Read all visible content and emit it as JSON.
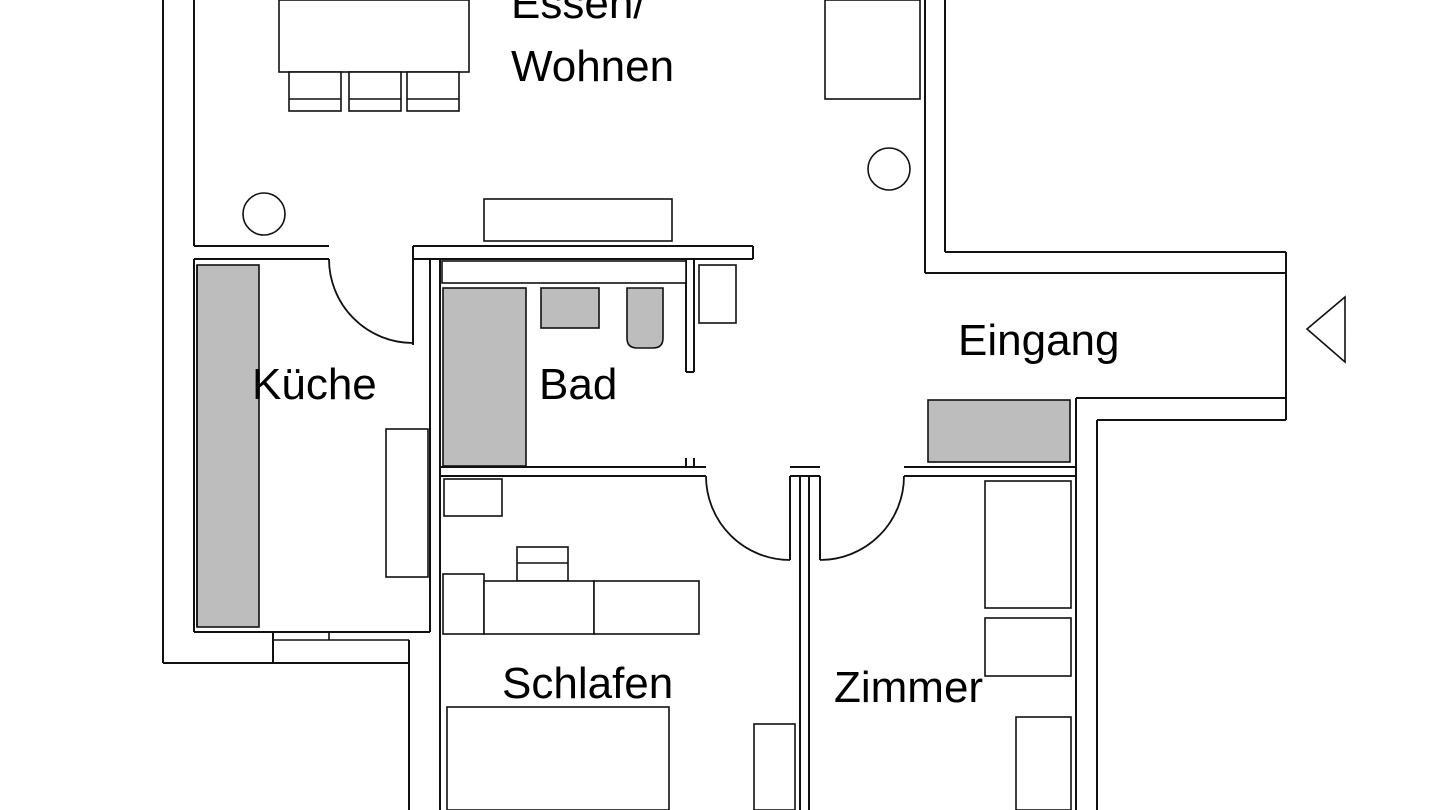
{
  "rooms": {
    "essen_wohnen_line1": "Essen/",
    "essen_wohnen_line2": "Wohnen",
    "kueche": "Küche",
    "bad": "Bad",
    "eingang": "Eingang",
    "schlafen": "Schlafen",
    "zimmer": "Zimmer"
  },
  "colors": {
    "wall": "#111111",
    "fixture_fill": "#bdbdbd",
    "background": "#ffffff"
  },
  "icons": {
    "entrance_marker": "triangle-left-icon"
  }
}
